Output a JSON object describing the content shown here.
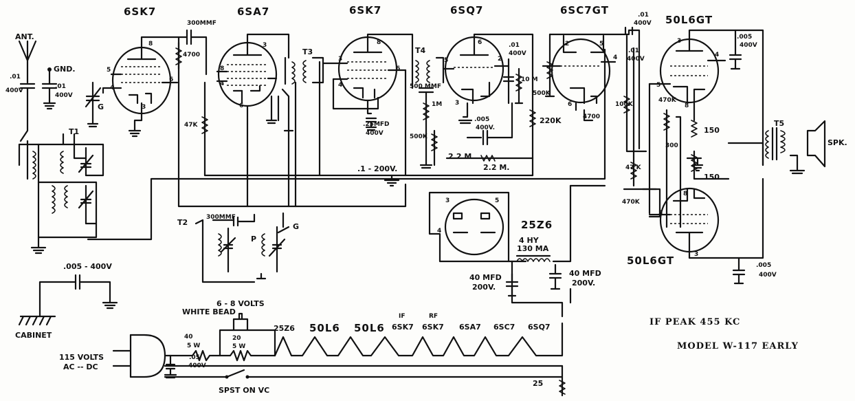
{
  "tubes": {
    "t1": "6SK7",
    "t2": "6SA7",
    "t3": "6SK7",
    "t4": "6SQ7",
    "t5": "6SC7GT",
    "t6": "50L6GT",
    "t7": "25Z6",
    "t8": "50L6GT"
  },
  "labels": {
    "ant": "ANT.",
    "gnd": "GND.",
    "cap_ant": ".01",
    "cap_ant_v": "400V",
    "cap_gnd": ".01",
    "cap_gnd_v": "400V",
    "t1": "T1",
    "t2": "T2",
    "t3": "T3",
    "t4": "T4",
    "t5": "T5",
    "g1": "G",
    "g2": "G",
    "p": "P",
    "cap300": "300MMF",
    "res4700a": "4700",
    "res47k": "47K",
    "cap_vbl": "300MMF",
    "cap25mfd": ".25MFD",
    "cap25mfd_v": "400V",
    "res500k": "500K",
    "res1m": "1M",
    "cap1": ".1 - 200V.",
    "res22m_a": "2.2 M",
    "res22m_b": "2.2 M.",
    "cap005": ".005",
    "cap005_v": "400V.",
    "res10m": "10 M",
    "mmf500": "500 MMF",
    "cap01_t4": ".01",
    "cap01_t4_v": "400V",
    "res500k_b": "500K",
    "res220k": "220K",
    "res4700b": "4700",
    "cap01_top": ".01",
    "cap01_top_v": "400V",
    "cap01_mid": ".01",
    "cap01_mid_v": "400V",
    "res100k": "100K",
    "res470k_a": "470K",
    "res470k_b": "470K",
    "res47k_b": "47 K",
    "res150a": "150",
    "res150b": "150",
    "res300": "300",
    "cap005_top": ".005",
    "cap005_top_v": "400V",
    "cap005_bot": ".005",
    "cap005_bot_v": "400V",
    "spk": "SPK.",
    "choke": "4 HY",
    "choke_ma": "130 MA",
    "cap40a": "40 MFD",
    "cap40a_v": "200V.",
    "cap40b": "40 MFD",
    "cap40b_v": "200V.",
    "cabinet_cap": ".005 - 400V",
    "cabinet": "CABINET",
    "volts": "6 - 8 VOLTS",
    "white_bead": "WHITE BEAD",
    "res40": "40",
    "res40_w": "5 W",
    "res20": "20",
    "res20_w": "5 W",
    "cap05": ".05",
    "cap05_v": "400V",
    "ac_dc": "115 VOLTS",
    "ac_dc2": "AC -- DC",
    "switch": "SPST ON VC",
    "res25": "25",
    "f1": "25Z6",
    "f2": "50L6",
    "f3": "50L6",
    "f4_top": "IF",
    "f4": "6SK7",
    "f5_top": "RF",
    "f5": "6SK7",
    "f6": "6SA7",
    "f7": "6SC7",
    "f8": "6SQ7",
    "if_peak": "IF PEAK 455 KC",
    "model": "MODEL W-117 EARLY"
  },
  "pins": {
    "p8": "8",
    "p5": "5",
    "p4": "4",
    "p6": "6",
    "p3": "3",
    "p1": "1",
    "p2": "2"
  }
}
